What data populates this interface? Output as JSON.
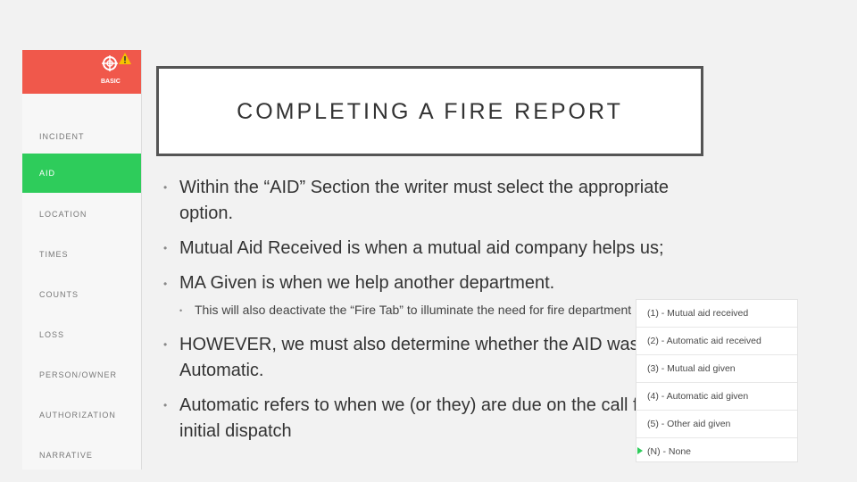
{
  "sidebar": {
    "header_label": "BASIC",
    "items": [
      {
        "label": "INCIDENT",
        "active": false
      },
      {
        "label": "AID",
        "active": true
      },
      {
        "label": "LOCATION",
        "active": false
      },
      {
        "label": "TIMES",
        "active": false
      },
      {
        "label": "COUNTS",
        "active": false
      },
      {
        "label": "LOSS",
        "active": false
      },
      {
        "label": "PERSON/OWNER",
        "active": false
      },
      {
        "label": "AUTHORIZATION",
        "active": false
      },
      {
        "label": "NARRATIVE",
        "active": false
      }
    ],
    "colors": {
      "header": "#f0584b",
      "active": "#2ecc5b"
    }
  },
  "slide": {
    "title": "COMPLETING A FIRE REPORT",
    "bullets": [
      "Within the “AID” Section the writer must select the appropriate option.",
      "Mutual Aid Received is when a mutual aid company helps us;",
      "MA Given is when we help another department.",
      "HOWEVER, we must also determine whether the AID was Automatic.",
      "Automatic refers to when we (or they) are due on the call from initial dispatch"
    ],
    "sub_bullet": "This will also deactivate the “Fire Tab” to illuminate the need for fire department"
  },
  "aid_options": [
    {
      "label": "(1) - Mutual aid received"
    },
    {
      "label": "(2) - Automatic aid received"
    },
    {
      "label": "(3) - Mutual aid given"
    },
    {
      "label": "(4) - Automatic aid given"
    },
    {
      "label": "(5) - Other aid given"
    },
    {
      "label": "(N) - None",
      "selected": true
    }
  ]
}
